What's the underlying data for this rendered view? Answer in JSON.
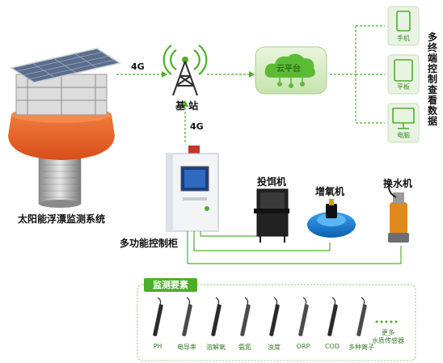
{
  "diagram": {
    "buoy_label": "太阳能浮漂监测系统",
    "tower_label": "基 站",
    "link_4g_top": "4G",
    "link_4g_vertical": "4G",
    "cloud_label": "云平台",
    "devices": [
      {
        "label": "手机",
        "icon": "phone-icon"
      },
      {
        "label": "平板",
        "icon": "tablet-icon"
      },
      {
        "label": "电脑",
        "icon": "computer-icon"
      }
    ],
    "terminal_label": "多终端控制查看数据",
    "cabinet_label": "多功能控制柜",
    "equipment": [
      {
        "label": "投饵机"
      },
      {
        "label": "增氧机"
      },
      {
        "label": "换水机"
      }
    ],
    "monitoring": {
      "title": "监测要素",
      "sensors": [
        "PH",
        "电导率",
        "溶解氧",
        "氨氮",
        "浊度",
        "ORP",
        "COD",
        "多种离子"
      ],
      "more_line1": "更多",
      "more_line2": "水质传感器"
    },
    "colors": {
      "green": "#4caf2a",
      "orange": "#e8622a",
      "blue": "#1e7fd6"
    }
  }
}
